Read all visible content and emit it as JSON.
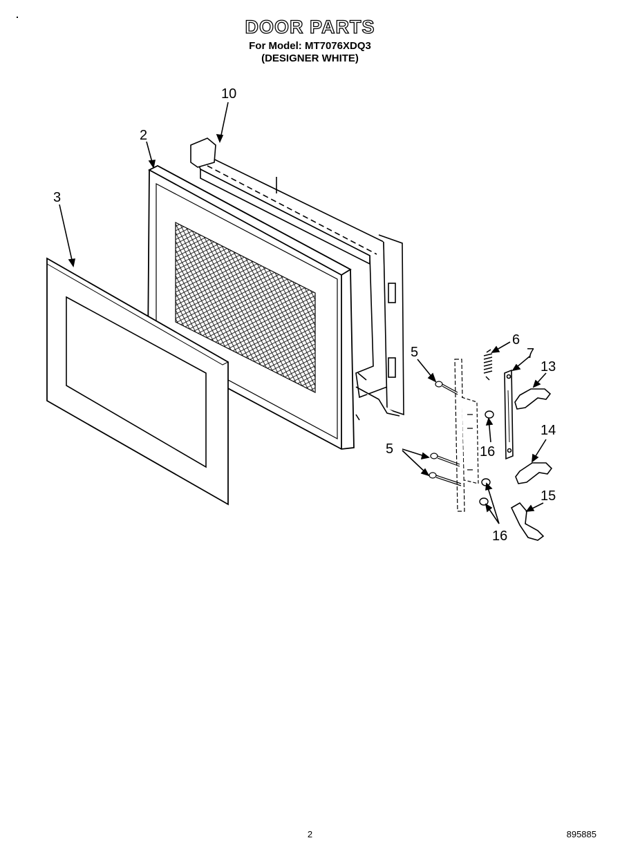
{
  "header": {
    "title": "DOOR PARTS",
    "model_line": "For Model: MT7076XDQ3",
    "variant_line": "(DESIGNER WHITE)"
  },
  "callouts": {
    "c10": "10",
    "c2": "2",
    "c3": "3",
    "c5a": "5",
    "c6": "6",
    "c7": "7",
    "c13": "13",
    "c16a": "16",
    "c5b": "5",
    "c14": "14",
    "c15": "15",
    "c16b": "16"
  },
  "footer": {
    "page_number": "2",
    "document_code": "895885"
  }
}
